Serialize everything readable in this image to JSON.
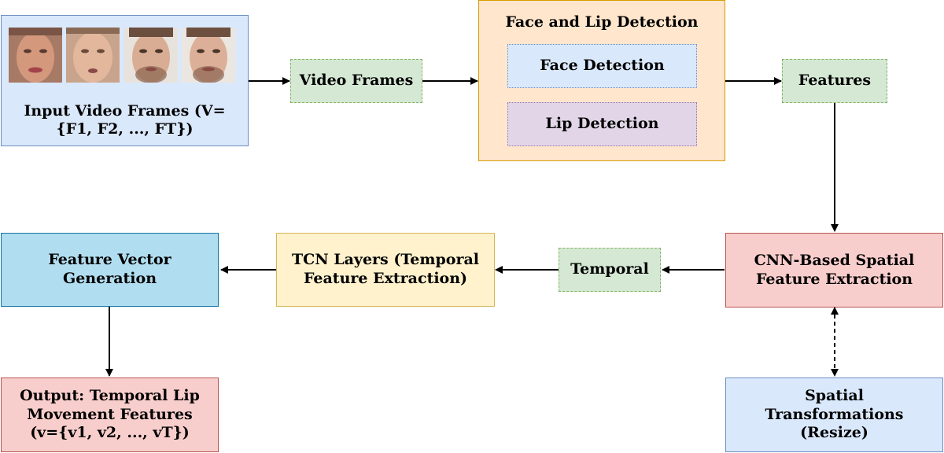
{
  "nodes": {
    "input": "Input Video Frames (V={F1, F2, ..., FT})",
    "video_frames": "Video Frames",
    "detection_group": "Face and Lip Detection",
    "face_detection": "Face Detection",
    "lip_detection": "Lip Detection",
    "features": "Features",
    "cnn": "CNN-Based Spatial Feature Extraction",
    "spatial_transforms": "Spatial Transformations (Resize)",
    "temporal": "Temporal",
    "tcn": "TCN Layers (Temporal Feature Extraction)",
    "feature_vector": "Feature Vector Generation",
    "output": "Output: Temporal Lip Movement Features (v={v1, v2, ..., vT})"
  },
  "edges": [
    {
      "from": "input",
      "to": "video_frames",
      "style": "solid"
    },
    {
      "from": "video_frames",
      "to": "detection_group",
      "style": "solid"
    },
    {
      "from": "detection_group",
      "to": "features",
      "style": "solid"
    },
    {
      "from": "features",
      "to": "cnn",
      "style": "solid"
    },
    {
      "from": "cnn",
      "to": "spatial_transforms",
      "style": "dashed-bidirectional"
    },
    {
      "from": "cnn",
      "to": "temporal",
      "style": "solid"
    },
    {
      "from": "temporal",
      "to": "tcn",
      "style": "solid"
    },
    {
      "from": "tcn",
      "to": "feature_vector",
      "style": "solid"
    },
    {
      "from": "feature_vector",
      "to": "output",
      "style": "solid"
    }
  ]
}
